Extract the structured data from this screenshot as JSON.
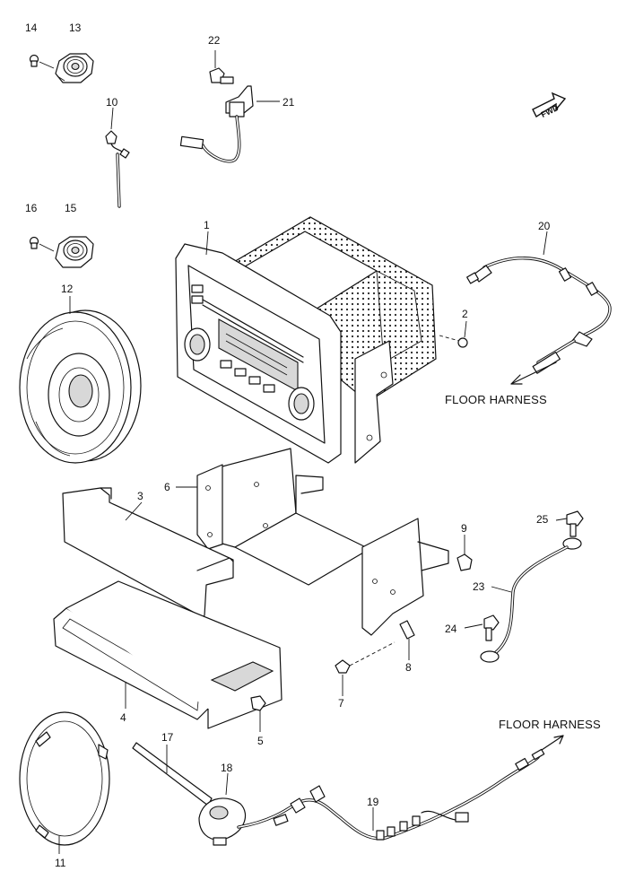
{
  "parts": [
    {
      "number": "1"
    },
    {
      "number": "2"
    },
    {
      "number": "3"
    },
    {
      "number": "4"
    },
    {
      "number": "5"
    },
    {
      "number": "6"
    },
    {
      "number": "7"
    },
    {
      "number": "8"
    },
    {
      "number": "9"
    },
    {
      "number": "10"
    },
    {
      "number": "11"
    },
    {
      "number": "12"
    },
    {
      "number": "13"
    },
    {
      "number": "14"
    },
    {
      "number": "15"
    },
    {
      "number": "16"
    },
    {
      "number": "17"
    },
    {
      "number": "18"
    },
    {
      "number": "19"
    },
    {
      "number": "20"
    },
    {
      "number": "21"
    },
    {
      "number": "22"
    },
    {
      "number": "23"
    },
    {
      "number": "24"
    },
    {
      "number": "25"
    }
  ],
  "annotations": {
    "floor_harness_upper": "FLOOR HARNESS",
    "floor_harness_lower": "FLOOR HARNESS",
    "fwd_label": "FWD"
  }
}
